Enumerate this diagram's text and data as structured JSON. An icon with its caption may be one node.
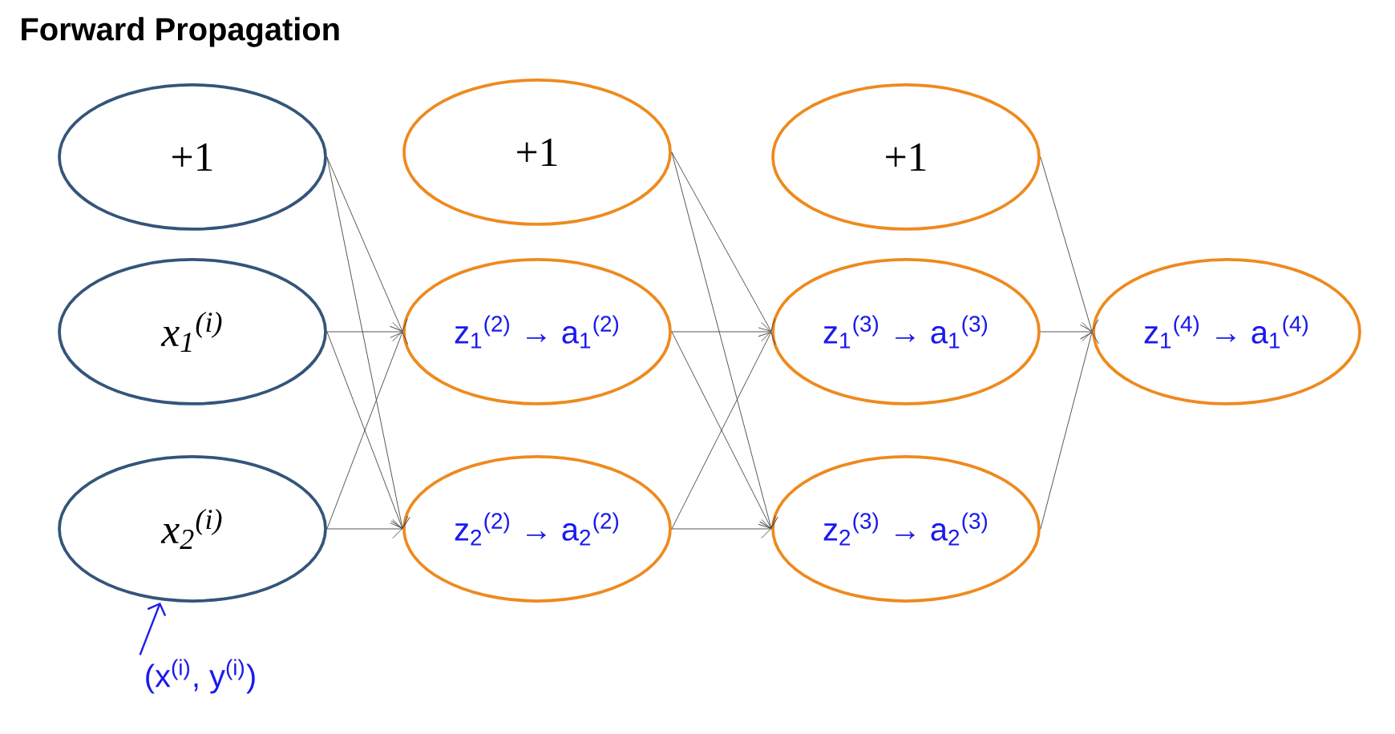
{
  "diagram": {
    "title": "Forward Propagation",
    "nodes": [
      {
        "text": [
          "+1"
        ]
      },
      {
        "text": [
          "x$_{1}$$^{(i)}$"
        ]
      },
      {
        "text": [
          "x$_{2}$$^{(i)}$"
        ]
      },
      {
        "text": [
          "+1"
        ]
      },
      {
        "text": [
          "z$_{1}$$^{(2)}$ → a$_{1}$$^{(2)}$"
        ]
      },
      {
        "text": [
          "z$_{2}$$^{(2)}$ → a$_{2}$$^{(2)}$"
        ]
      },
      {
        "text": [
          "+1"
        ]
      },
      {
        "text": [
          "z$_{1}$$^{(3)}$ → a$_{1}$$^{(3)}$"
        ]
      },
      {
        "text": [
          "z$_{2}$$^{(3)}$ → a$_{2}$$^{(3)}$"
        ]
      },
      {
        "text": [
          "z$_{1}$$^{(4)}$ → a$_{1}$$^{(4)}$"
        ]
      },
      {
        "text": [
          "(x$^{(i)}$, y$^{(i)}$)"
        ]
      }
    ],
    "edges": [
      {
        "from": 0,
        "to": 4,
        "arrow": "to"
      },
      {
        "from": 0,
        "to": 5,
        "arrow": "to"
      },
      {
        "from": 1,
        "to": 4,
        "arrow": "to"
      },
      {
        "from": 1,
        "to": 5,
        "arrow": "to"
      },
      {
        "from": 2,
        "to": 4,
        "arrow": "to"
      },
      {
        "from": 2,
        "to": 5,
        "arrow": "to"
      },
      {
        "from": 3,
        "to": 7,
        "arrow": "to"
      },
      {
        "from": 3,
        "to": 8,
        "arrow": "to"
      },
      {
        "from": 4,
        "to": 7,
        "arrow": "to"
      },
      {
        "from": 4,
        "to": 8,
        "arrow": "to"
      },
      {
        "from": 5,
        "to": 7,
        "arrow": "to"
      },
      {
        "from": 5,
        "to": 8,
        "arrow": "to"
      },
      {
        "from": 6,
        "to": 9,
        "arrow": "to"
      },
      {
        "from": 7,
        "to": 9,
        "arrow": "to"
      },
      {
        "from": 8,
        "to": 9,
        "arrow": "to"
      },
      {
        "from": 10,
        "to": 2,
        "arrow": "to",
        "color": "#1a1aee"
      }
    ]
  }
}
